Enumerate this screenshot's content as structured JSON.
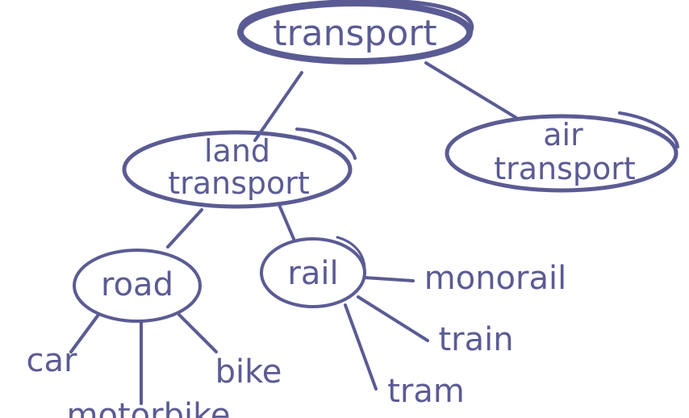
{
  "diagram": {
    "ink_color": "#5b5b94",
    "background": "#ffffff",
    "nodes": {
      "transport": {
        "text": "transport"
      },
      "land_transport": {
        "line1": "land",
        "line2": "transport"
      },
      "air_transport": {
        "line1": "air",
        "line2": "transport"
      },
      "road": {
        "text": "road"
      },
      "rail": {
        "text": "rail"
      },
      "car": {
        "text": "car"
      },
      "motorbike": {
        "text": "motorbike"
      },
      "bike": {
        "text": "bike"
      },
      "monorail": {
        "text": "monorail"
      },
      "train": {
        "text": "train"
      },
      "tram": {
        "text": "tram"
      }
    }
  }
}
